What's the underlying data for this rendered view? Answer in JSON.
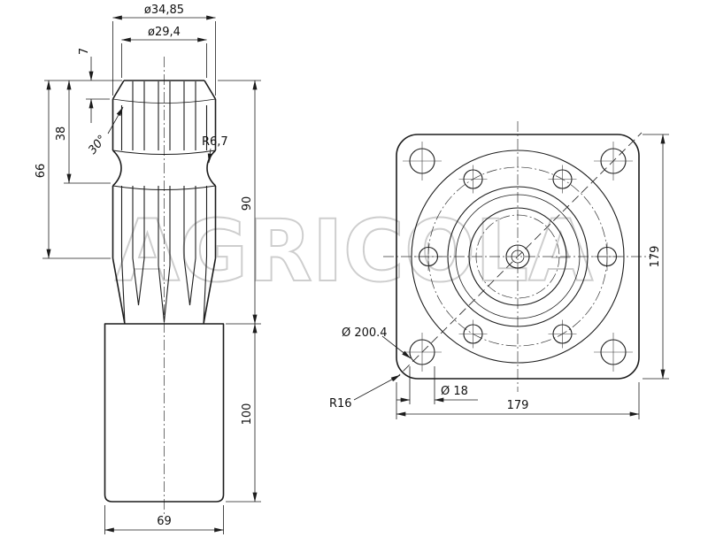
{
  "watermark": "AGRICOLA",
  "shaft_view": {
    "dia_outer": "ø34,85",
    "dia_inner": "ø29,4",
    "chamfer_length": "7",
    "neck_position": "38",
    "spline_working_length": "66",
    "spline_length": "90",
    "body_length": "100",
    "body_width": "69",
    "chamfer_angle": "30°",
    "neck_radius": "R6,7"
  },
  "flange_view": {
    "bolt_circle_dia": "Ø 200.4",
    "hole_dia": "Ø 18",
    "width": "179",
    "height": "179",
    "corner_radius": "R16"
  }
}
